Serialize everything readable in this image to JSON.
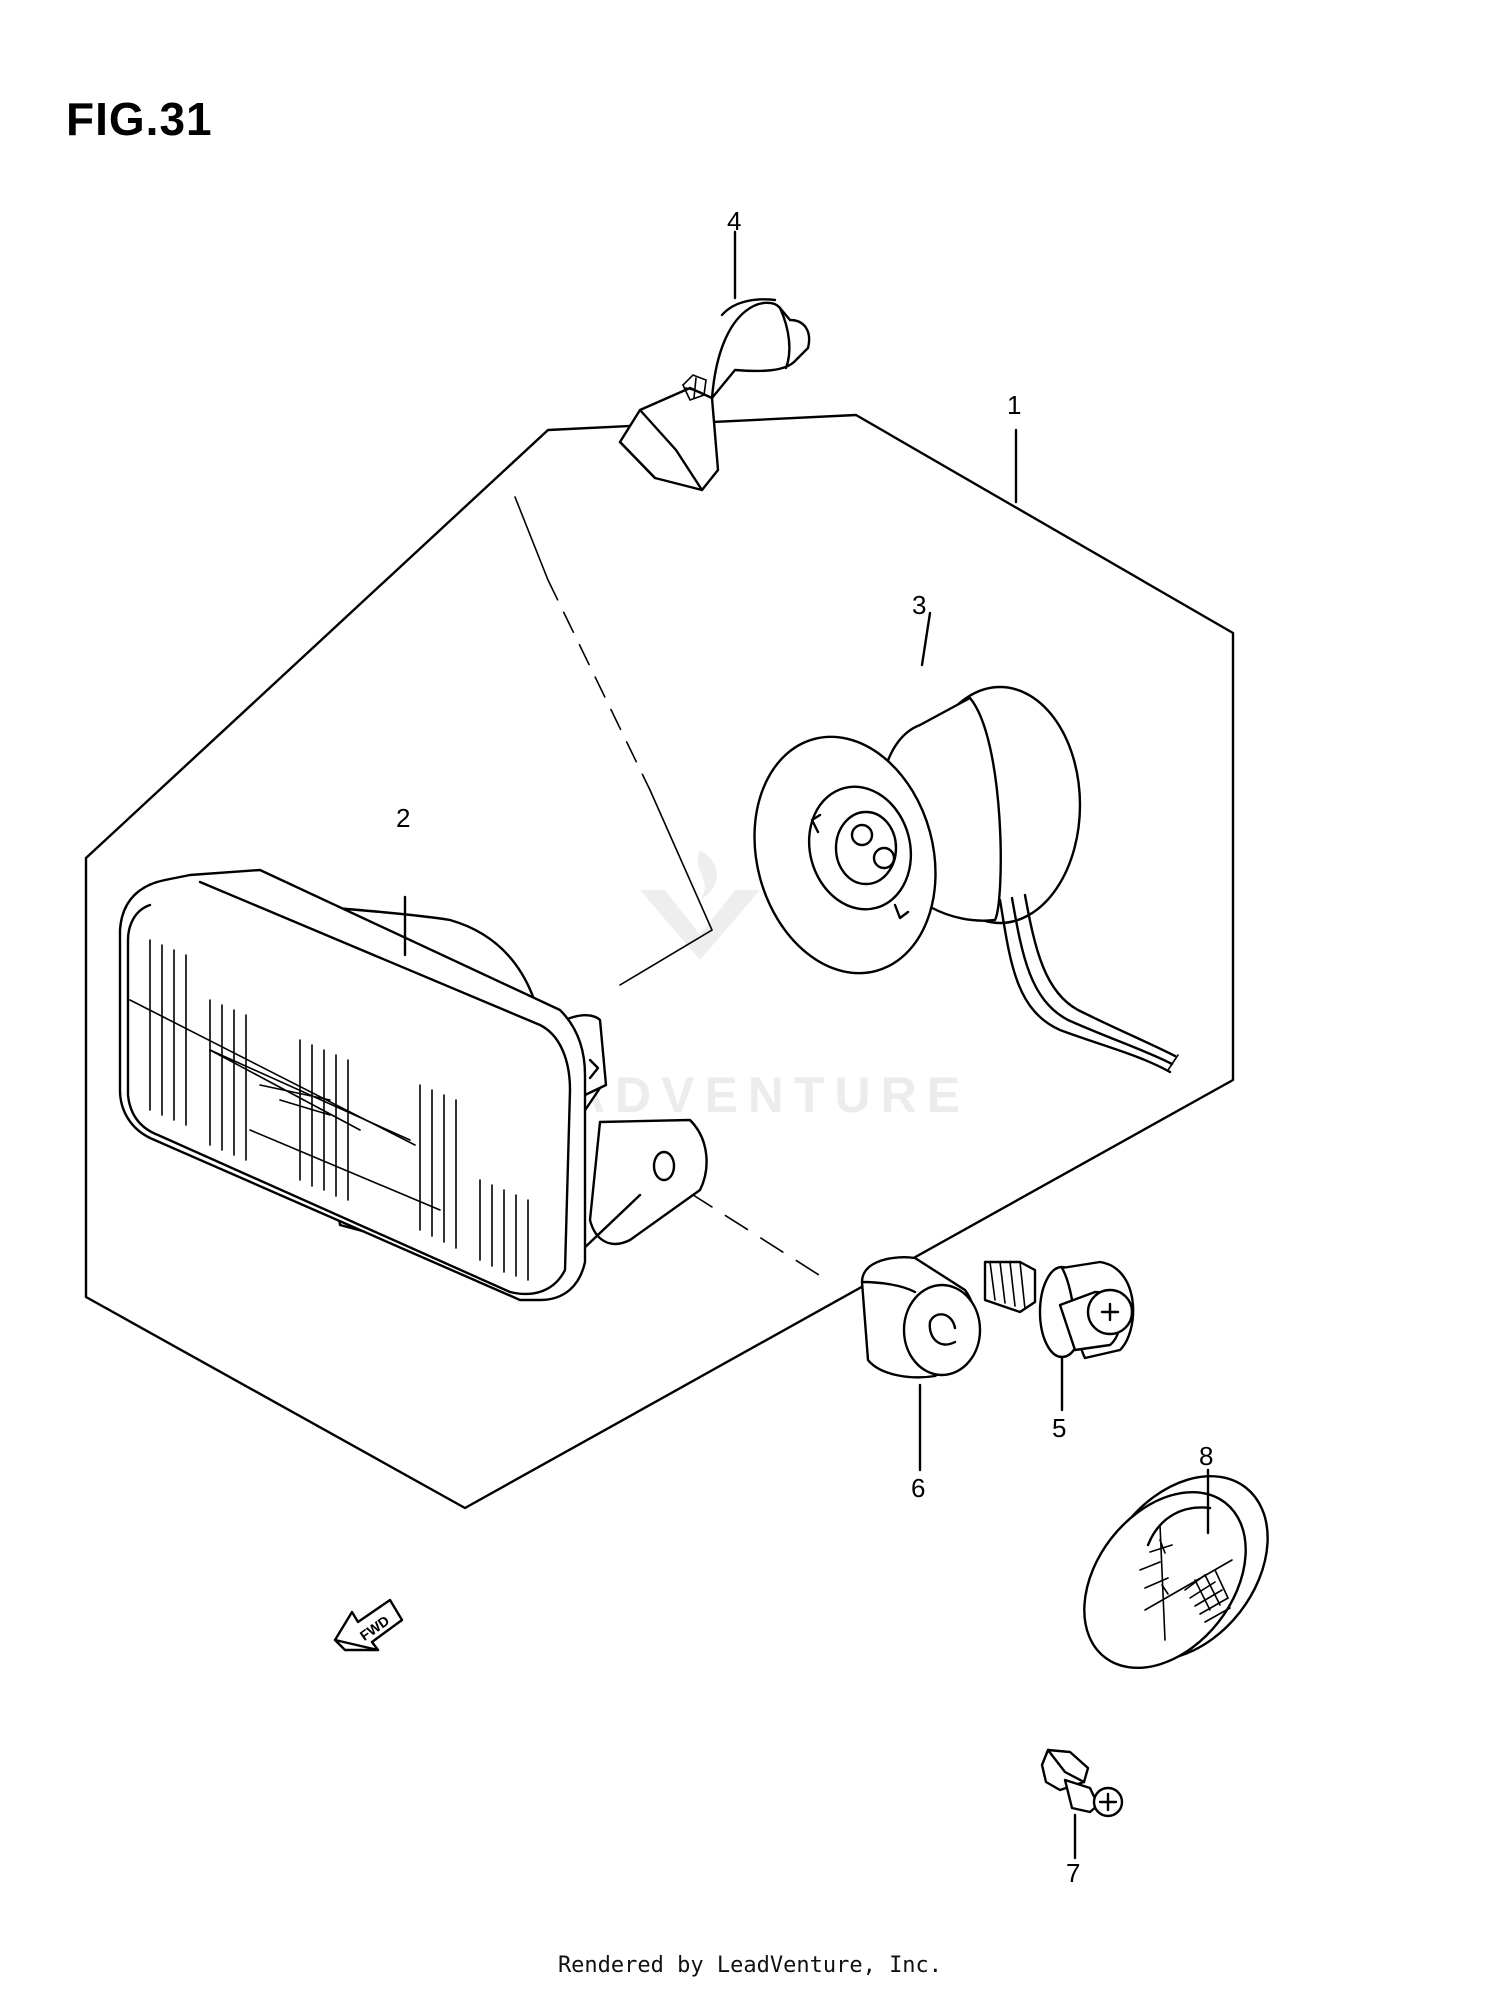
{
  "figure": {
    "title": "FIG.31"
  },
  "watermark": {
    "text": "LEADVENTURE"
  },
  "direction_marker": {
    "label": "FWD"
  },
  "callouts": [
    {
      "id": "1",
      "label": "1"
    },
    {
      "id": "2",
      "label": "2"
    },
    {
      "id": "3",
      "label": "3"
    },
    {
      "id": "4",
      "label": "4"
    },
    {
      "id": "5",
      "label": "5"
    },
    {
      "id": "6",
      "label": "6"
    },
    {
      "id": "7",
      "label": "7"
    },
    {
      "id": "8",
      "label": "8"
    }
  ],
  "footer": {
    "text": "Rendered by LeadVenture, Inc."
  }
}
